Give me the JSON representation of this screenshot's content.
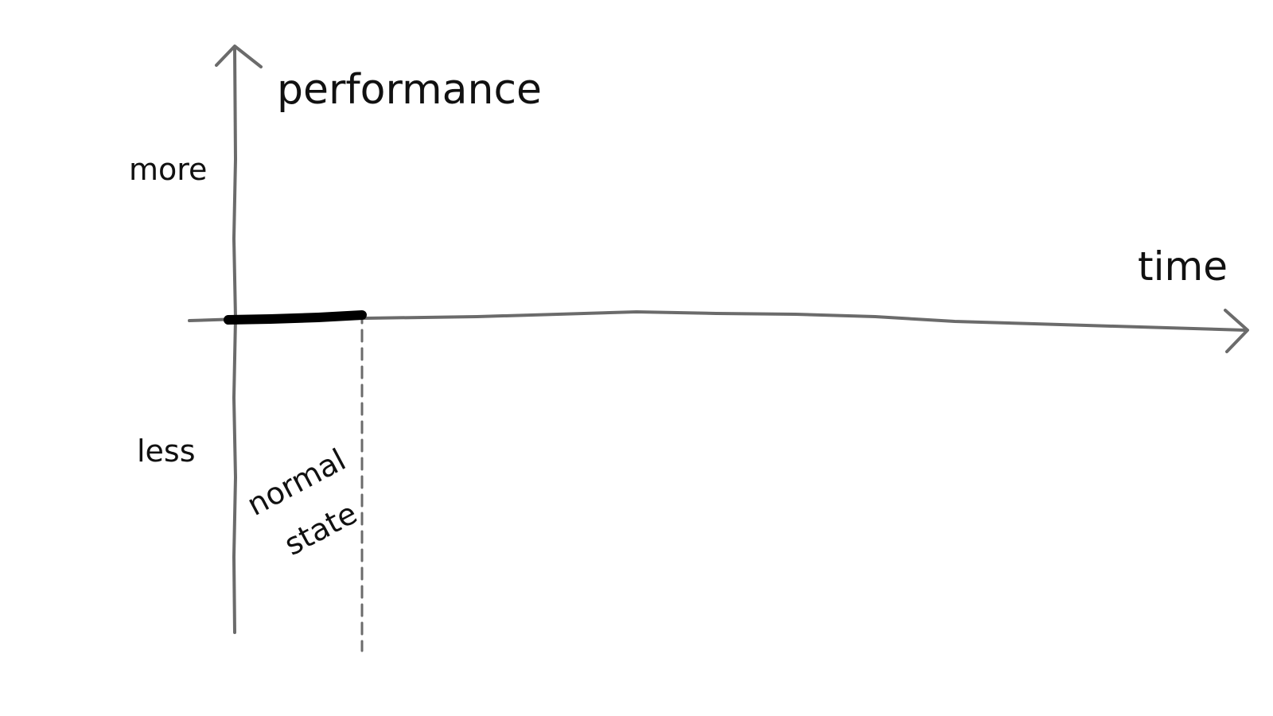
{
  "diagram": {
    "y_axis_label": "performance",
    "x_axis_label": "time",
    "level_high": "more",
    "level_low": "less",
    "region_label_line1": "normal",
    "region_label_line2": "state"
  },
  "colors": {
    "axis": "#6b6b6b",
    "segment": "#000000",
    "text": "#111111",
    "background": "#ffffff"
  }
}
